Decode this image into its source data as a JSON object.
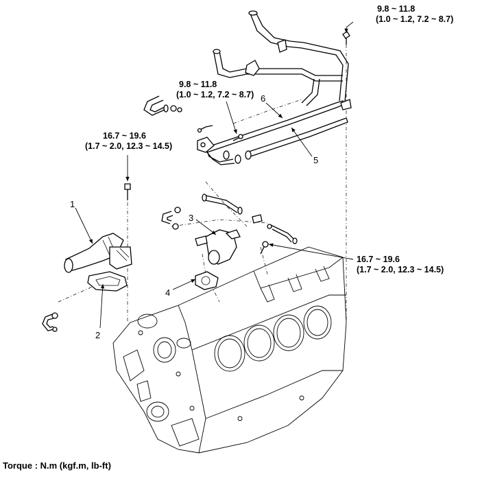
{
  "torques": {
    "top_right": {
      "range": "9.8 ~ 11.8",
      "units": "(1.0 ~ 1.2, 7.2 ~ 8.7)"
    },
    "middle": {
      "range": "9.8 ~ 11.8",
      "units": "(1.0 ~ 1.2, 7.2 ~ 8.7)"
    },
    "left": {
      "range": "16.7 ~ 19.6",
      "units": "(1.7 ~ 2.0, 12.3 ~ 14.5)"
    },
    "right": {
      "range": "16.7 ~ 19.6",
      "units": "(1.7 ~ 2.0, 12.3 ~ 14.5)"
    }
  },
  "callouts": {
    "c1": "1",
    "c2": "2",
    "c3": "3",
    "c4": "4",
    "c5": "5",
    "c6": "6"
  },
  "footer": {
    "torque_note": "Torque : N.m (kgf.m, lb-ft)"
  }
}
